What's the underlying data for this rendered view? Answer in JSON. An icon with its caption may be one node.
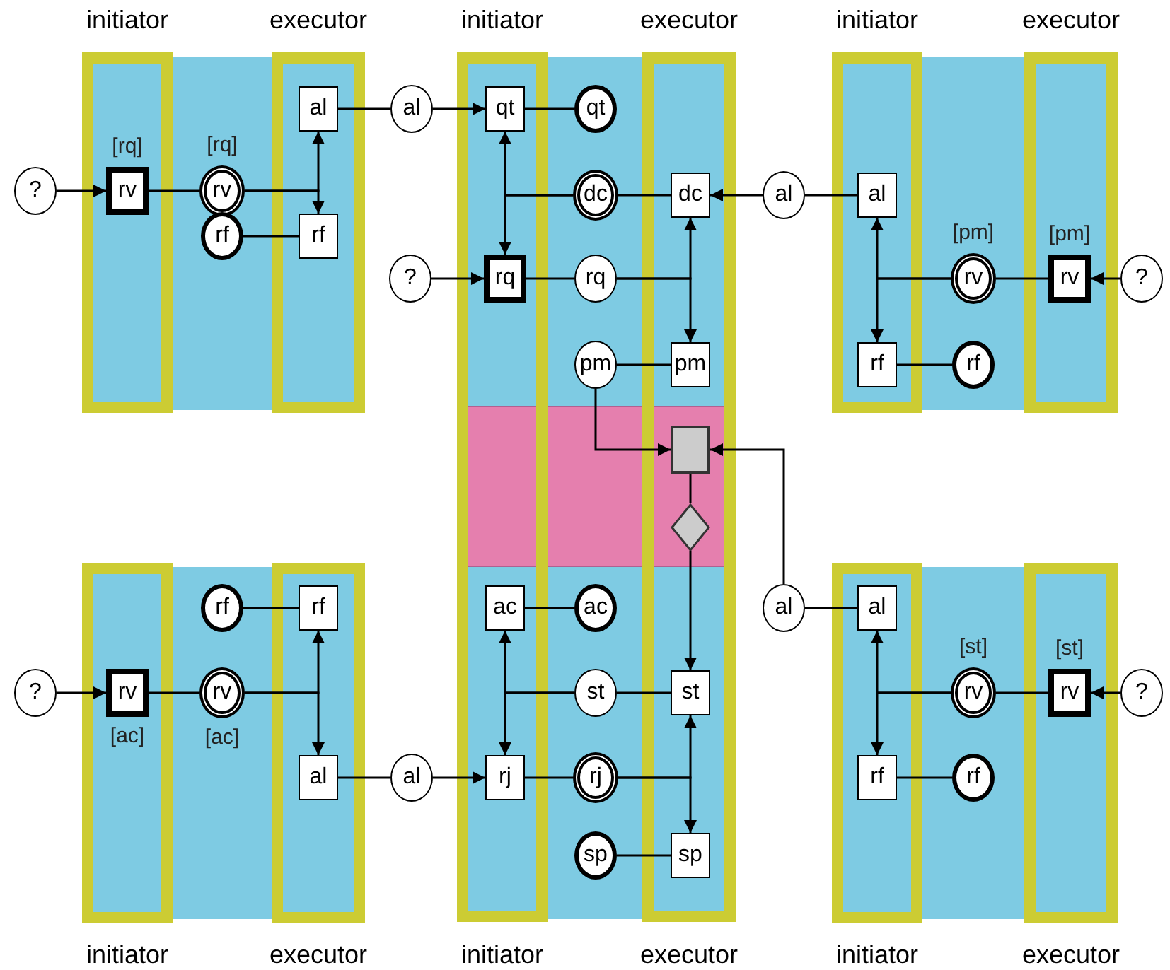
{
  "diagram": {
    "nodes": [
      {
        "text": [
          "initiator"
        ]
      },
      {
        "text": [
          "executor"
        ]
      },
      {
        "text": [
          "?"
        ]
      },
      {
        "text": [
          "rv"
        ],
        "in": 0,
        "beside": [
          "[rq]"
        ]
      },
      {
        "text": [
          "rv"
        ],
        "beside": [
          "[rq]"
        ]
      },
      {
        "text": [
          "al"
        ],
        "in": 1
      },
      {
        "text": [
          "rf"
        ]
      },
      {
        "text": [
          "rf"
        ],
        "in": 1
      },
      {
        "text": [
          "al"
        ]
      },
      {
        "text": [
          "initiator",
          "initiator"
        ]
      },
      {
        "text": [
          "executor",
          "executor"
        ]
      },
      {
        "text": [
          "qt"
        ],
        "in": 9
      },
      {
        "text": [
          "qt"
        ]
      },
      {
        "text": [
          "dc"
        ]
      },
      {
        "text": [
          "dc"
        ],
        "in": 10
      },
      {
        "text": [
          "al"
        ]
      },
      {
        "text": [
          "?"
        ]
      },
      {
        "text": [
          "rq"
        ],
        "in": 9
      },
      {
        "text": [
          "rq"
        ]
      },
      {
        "text": [
          "pm"
        ]
      },
      {
        "text": [
          "pm"
        ],
        "in": 10
      },
      {
        "text": [],
        "shape": "box",
        "in": 10
      },
      {
        "text": [],
        "shape": "diamond",
        "in": 10
      },
      {
        "text": [
          "initiator"
        ]
      },
      {
        "text": [
          "executor"
        ]
      },
      {
        "text": [
          "al"
        ],
        "in": 23
      },
      {
        "text": [
          "rv"
        ],
        "beside": [
          "[pm]"
        ]
      },
      {
        "text": [
          "rv"
        ],
        "in": 24,
        "beside": [
          "[pm]"
        ]
      },
      {
        "text": [
          "?"
        ]
      },
      {
        "text": [
          "rf"
        ],
        "in": 23
      },
      {
        "text": [
          "rf"
        ]
      },
      {
        "text": [
          "initiator"
        ]
      },
      {
        "text": [
          "executor"
        ]
      },
      {
        "text": [
          "rf"
        ]
      },
      {
        "text": [
          "rf"
        ],
        "in": 32
      },
      {
        "text": [
          "?"
        ]
      },
      {
        "text": [
          "rv"
        ],
        "in": 31,
        "beside": [
          "[ac]"
        ]
      },
      {
        "text": [
          "rv"
        ],
        "beside": [
          "[ac]"
        ]
      },
      {
        "text": [
          "al"
        ],
        "in": 32
      },
      {
        "text": [
          "al"
        ]
      },
      {
        "text": [
          "ac"
        ],
        "in": 9
      },
      {
        "text": [
          "ac"
        ]
      },
      {
        "text": [
          "al"
        ]
      },
      {
        "text": [
          "st"
        ]
      },
      {
        "text": [
          "st"
        ],
        "in": 10
      },
      {
        "text": [
          "rj"
        ],
        "in": 9
      },
      {
        "text": [
          "rj"
        ]
      },
      {
        "text": [
          "sp"
        ]
      },
      {
        "text": [
          "sp"
        ],
        "in": 10
      },
      {
        "text": [
          "initiator"
        ]
      },
      {
        "text": [
          "executor"
        ]
      },
      {
        "text": [
          "al"
        ],
        "in": 49
      },
      {
        "text": [
          "rv"
        ],
        "beside": [
          "[st]"
        ]
      },
      {
        "text": [
          "rv"
        ],
        "in": 50,
        "beside": [
          "[st]"
        ]
      },
      {
        "text": [
          "?"
        ]
      },
      {
        "text": [
          "rf"
        ],
        "in": 49
      },
      {
        "text": [
          "rf"
        ]
      }
    ],
    "edges": [
      {
        "from": 2,
        "to": 3,
        "arrow": "to"
      },
      {
        "from": 3,
        "to": 4,
        "arrow": "none"
      },
      {
        "from": 4,
        "to": 5,
        "arrow": "to"
      },
      {
        "from": 4,
        "to": 7,
        "arrow": "to"
      },
      {
        "from": 6,
        "to": 7,
        "arrow": "none"
      },
      {
        "from": 5,
        "to": 8,
        "arrow": "none"
      },
      {
        "from": 8,
        "to": 11,
        "arrow": "to"
      },
      {
        "from": 11,
        "to": 12,
        "arrow": "none"
      },
      {
        "from": 13,
        "to": 11,
        "arrow": "to"
      },
      {
        "from": 13,
        "to": 17,
        "arrow": "to"
      },
      {
        "from": 13,
        "to": 14,
        "arrow": "none"
      },
      {
        "from": 15,
        "to": 14,
        "arrow": "to"
      },
      {
        "from": 16,
        "to": 17,
        "arrow": "to"
      },
      {
        "from": 17,
        "to": 18,
        "arrow": "none"
      },
      {
        "from": 18,
        "to": 14,
        "arrow": "to"
      },
      {
        "from": 18,
        "to": 20,
        "arrow": "to"
      },
      {
        "from": 19,
        "to": 20,
        "arrow": "none"
      },
      {
        "from": 19,
        "to": 21,
        "arrow": "to"
      },
      {
        "from": 42,
        "to": 21,
        "arrow": "to"
      },
      {
        "from": 21,
        "to": 22,
        "arrow": "none"
      },
      {
        "from": 22,
        "to": 44,
        "arrow": "to"
      },
      {
        "from": 15,
        "to": 25,
        "arrow": "none"
      },
      {
        "from": 28,
        "to": 27,
        "arrow": "to"
      },
      {
        "from": 26,
        "to": 27,
        "arrow": "none"
      },
      {
        "from": 26,
        "to": 25,
        "arrow": "to"
      },
      {
        "from": 26,
        "to": 29,
        "arrow": "to"
      },
      {
        "from": 29,
        "to": 30,
        "arrow": "none"
      },
      {
        "from": 35,
        "to": 36,
        "arrow": "to"
      },
      {
        "from": 36,
        "to": 37,
        "arrow": "none"
      },
      {
        "from": 37,
        "to": 34,
        "arrow": "to"
      },
      {
        "from": 37,
        "to": 38,
        "arrow": "to"
      },
      {
        "from": 33,
        "to": 34,
        "arrow": "none"
      },
      {
        "from": 38,
        "to": 39,
        "arrow": "none"
      },
      {
        "from": 39,
        "to": 45,
        "arrow": "to"
      },
      {
        "from": 40,
        "to": 41,
        "arrow": "none"
      },
      {
        "from": 43,
        "to": 40,
        "arrow": "to"
      },
      {
        "from": 43,
        "to": 45,
        "arrow": "to"
      },
      {
        "from": 43,
        "to": 44,
        "arrow": "none"
      },
      {
        "from": 46,
        "to": 44,
        "arrow": "to"
      },
      {
        "from": 46,
        "to": 48,
        "arrow": "to"
      },
      {
        "from": 45,
        "to": 46,
        "arrow": "none"
      },
      {
        "from": 47,
        "to": 48,
        "arrow": "none"
      },
      {
        "from": 42,
        "to": 51,
        "arrow": "none"
      },
      {
        "from": 54,
        "to": 53,
        "arrow": "to"
      },
      {
        "from": 52,
        "to": 53,
        "arrow": "none"
      },
      {
        "from": 52,
        "to": 51,
        "arrow": "to"
      },
      {
        "from": 52,
        "to": 55,
        "arrow": "to"
      },
      {
        "from": 55,
        "to": 56,
        "arrow": "none"
      }
    ]
  }
}
